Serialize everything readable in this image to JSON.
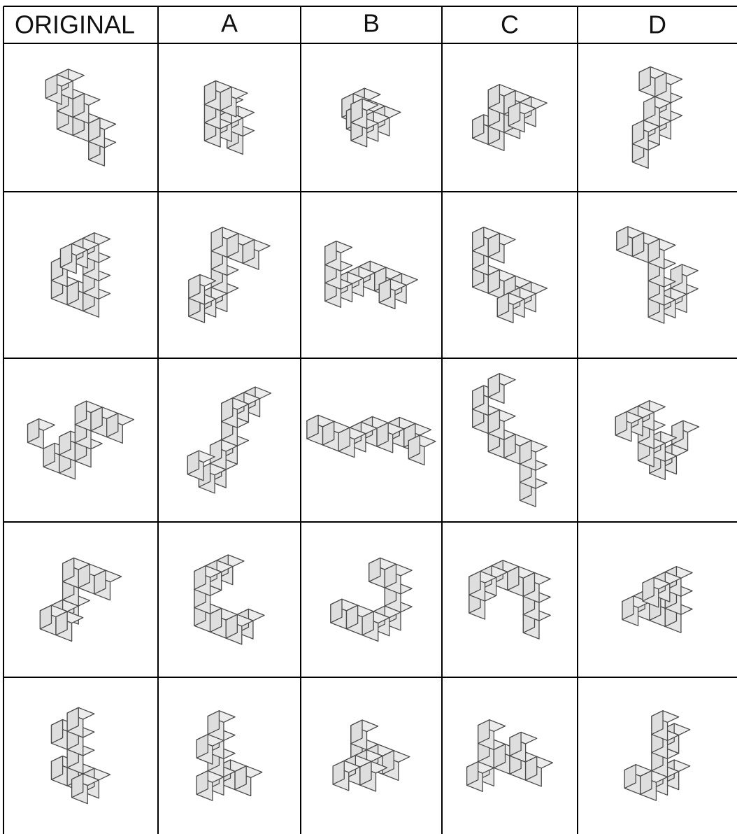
{
  "table": {
    "headers": [
      "ORIGINAL",
      "A",
      "B",
      "C",
      "D"
    ],
    "rows": 5
  },
  "figures": [
    {
      "row": 1,
      "column": "ORIGINAL",
      "icon": "cube-figure"
    },
    {
      "row": 1,
      "column": "A",
      "icon": "cube-figure"
    },
    {
      "row": 1,
      "column": "B",
      "icon": "cube-figure"
    },
    {
      "row": 1,
      "column": "C",
      "icon": "cube-figure"
    },
    {
      "row": 1,
      "column": "D",
      "icon": "cube-figure"
    },
    {
      "row": 2,
      "column": "ORIGINAL",
      "icon": "cube-figure"
    },
    {
      "row": 2,
      "column": "A",
      "icon": "cube-figure"
    },
    {
      "row": 2,
      "column": "B",
      "icon": "cube-figure"
    },
    {
      "row": 2,
      "column": "C",
      "icon": "cube-figure"
    },
    {
      "row": 2,
      "column": "D",
      "icon": "cube-figure"
    },
    {
      "row": 3,
      "column": "ORIGINAL",
      "icon": "cube-figure"
    },
    {
      "row": 3,
      "column": "A",
      "icon": "cube-figure"
    },
    {
      "row": 3,
      "column": "B",
      "icon": "cube-figure"
    },
    {
      "row": 3,
      "column": "C",
      "icon": "cube-figure"
    },
    {
      "row": 3,
      "column": "D",
      "icon": "cube-figure"
    },
    {
      "row": 4,
      "column": "ORIGINAL",
      "icon": "cube-figure"
    },
    {
      "row": 4,
      "column": "A",
      "icon": "cube-figure"
    },
    {
      "row": 4,
      "column": "B",
      "icon": "cube-figure"
    },
    {
      "row": 4,
      "column": "C",
      "icon": "cube-figure"
    },
    {
      "row": 4,
      "column": "D",
      "icon": "cube-figure"
    },
    {
      "row": 5,
      "column": "ORIGINAL",
      "icon": "cube-figure"
    },
    {
      "row": 5,
      "column": "A",
      "icon": "cube-figure"
    },
    {
      "row": 5,
      "column": "B",
      "icon": "cube-figure"
    },
    {
      "row": 5,
      "column": "C",
      "icon": "cube-figure"
    },
    {
      "row": 5,
      "column": "D",
      "icon": "cube-figure"
    }
  ]
}
